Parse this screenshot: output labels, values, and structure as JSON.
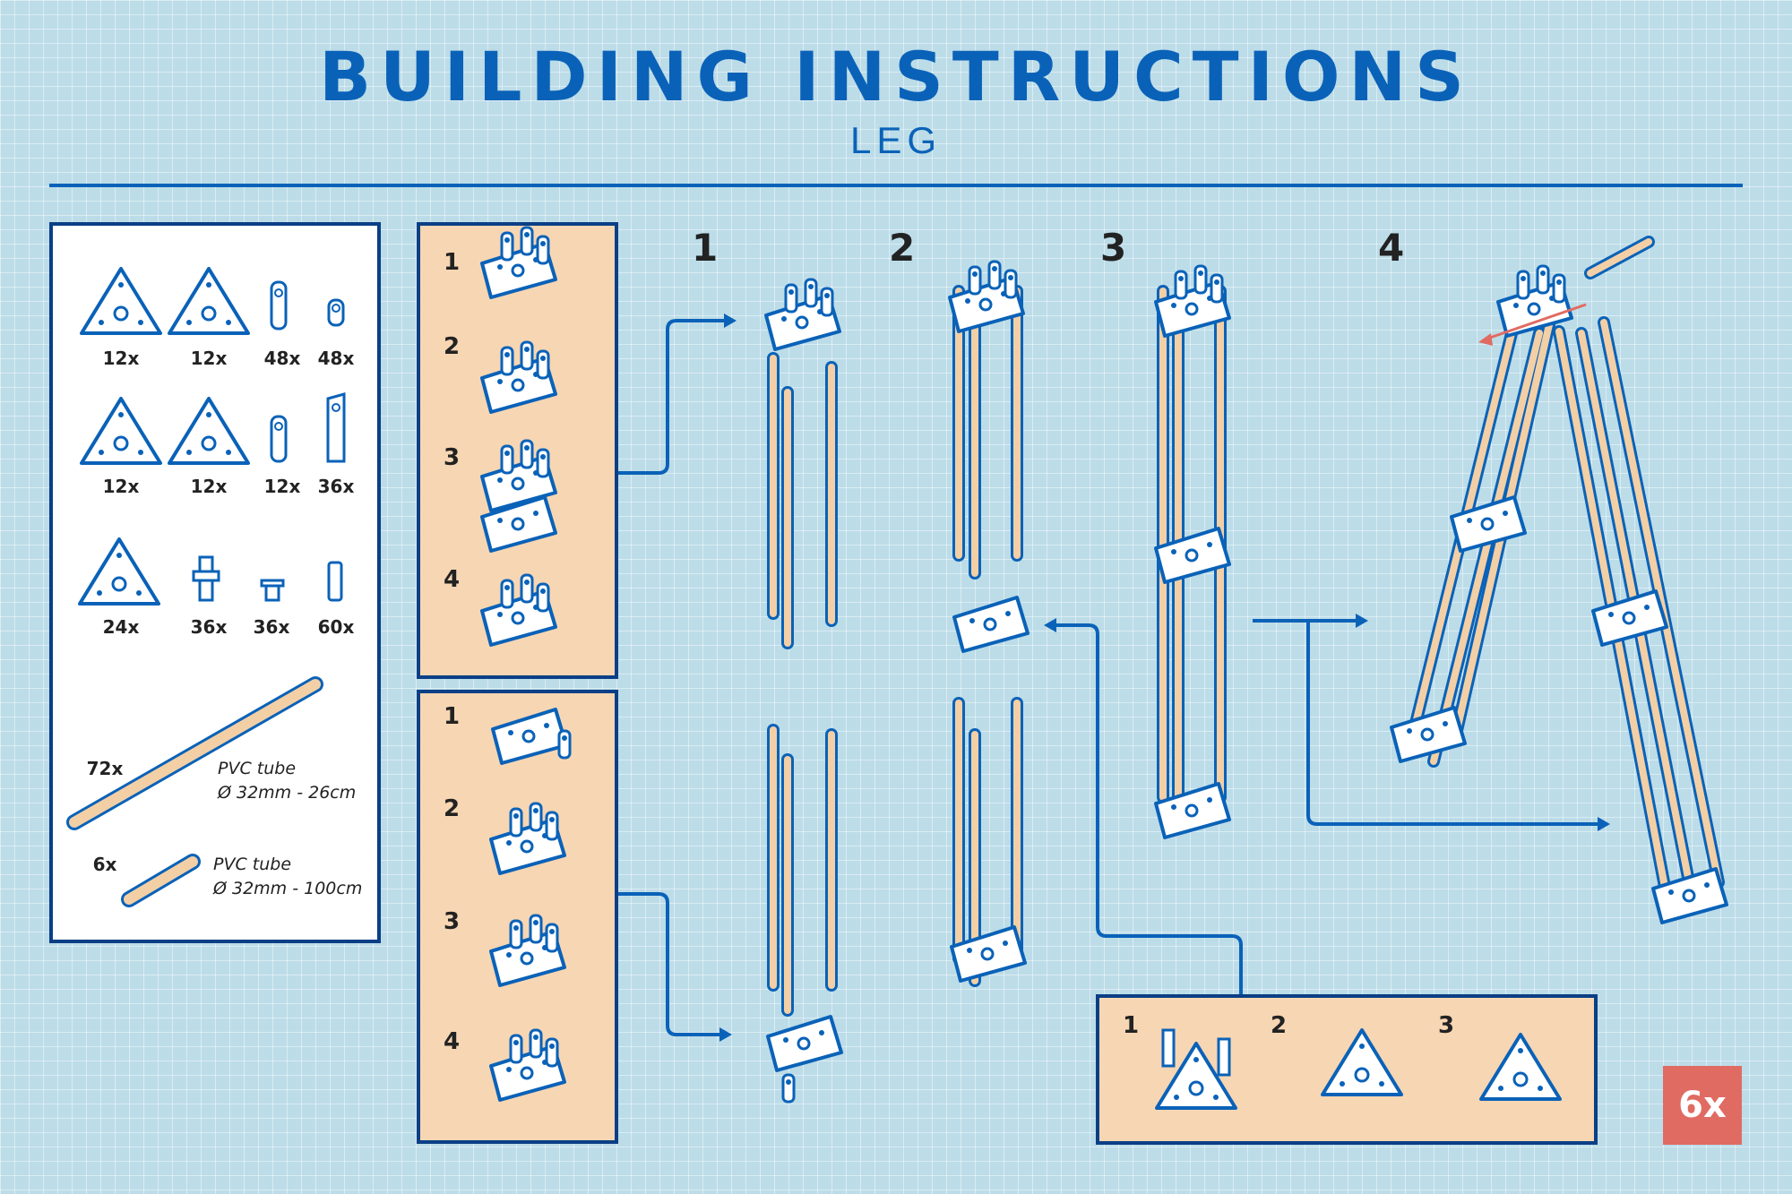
{
  "header": {
    "title": "BUILDING INSTRUCTIONS",
    "subtitle": "LEG"
  },
  "parts_list": {
    "rows": [
      [
        "12x",
        "12x",
        "48x",
        "48x"
      ],
      [
        "12x",
        "12x",
        "12x",
        "36x"
      ],
      [
        "24x",
        "36x",
        "36x",
        "60x"
      ]
    ],
    "tubes": [
      {
        "qty": "72x",
        "name": "PVC tube",
        "size": "Ø 32mm - 26cm"
      },
      {
        "qty": "6x",
        "name": "PVC tube",
        "size": "Ø 32mm - 100cm"
      }
    ]
  },
  "sub_assembly_top": {
    "steps": [
      "1",
      "2",
      "3",
      "4"
    ]
  },
  "sub_assembly_bottom": {
    "steps": [
      "1",
      "2",
      "3",
      "4"
    ]
  },
  "sub_assembly_middle": {
    "steps": [
      "1",
      "2",
      "3"
    ]
  },
  "main_steps": [
    "1",
    "2",
    "3",
    "4"
  ],
  "multiplier": "6x",
  "colors": {
    "accent": "#0a62b8",
    "panel": "#f7d6b3",
    "tube": "#f3cfa6",
    "badge": "#e06b62",
    "grid_bg": "#bcdce8"
  }
}
